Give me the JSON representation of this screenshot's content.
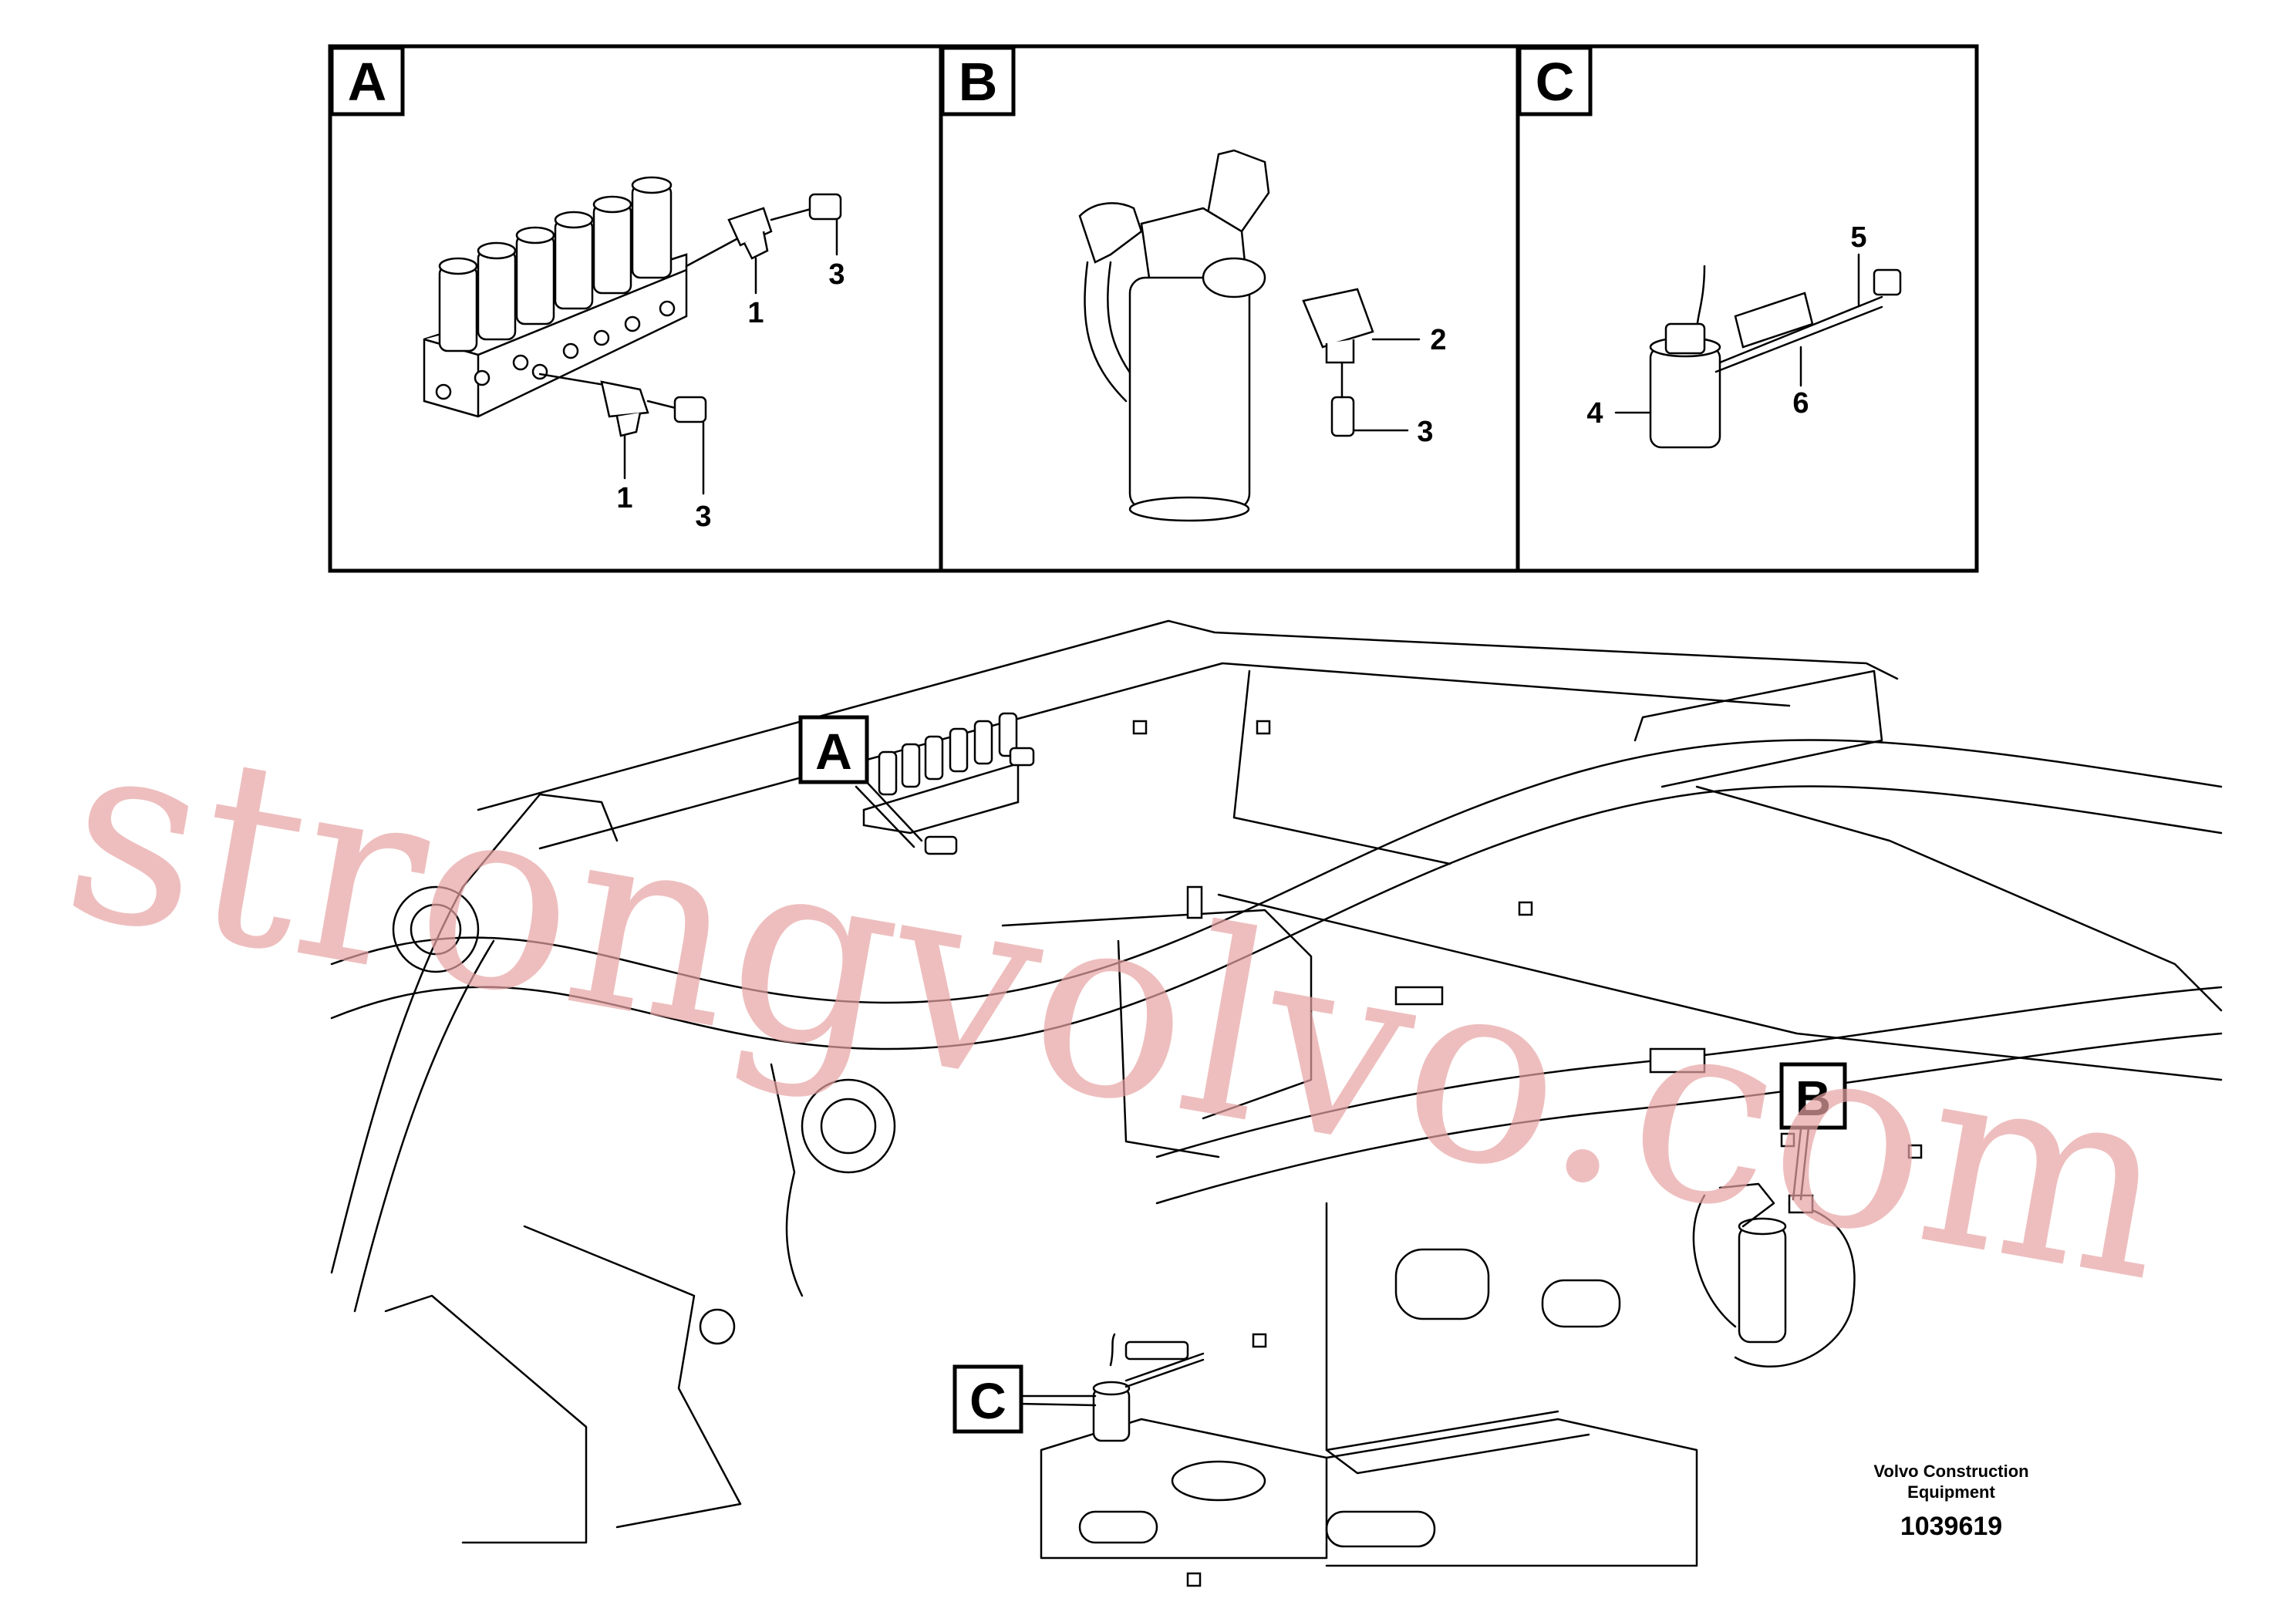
{
  "panels": [
    {
      "letter": "A",
      "numbers": [
        "1",
        "3",
        "1",
        "3"
      ]
    },
    {
      "letter": "B",
      "numbers": [
        "2",
        "3"
      ]
    },
    {
      "letter": "C",
      "numbers": [
        "5",
        "6",
        "4"
      ]
    }
  ],
  "callouts": [
    "A",
    "B",
    "C"
  ],
  "watermark": "strongvolvo.com",
  "caption": {
    "company_line1": "Volvo Construction",
    "company_line2": "Equipment",
    "drawing_number": "1039619"
  }
}
